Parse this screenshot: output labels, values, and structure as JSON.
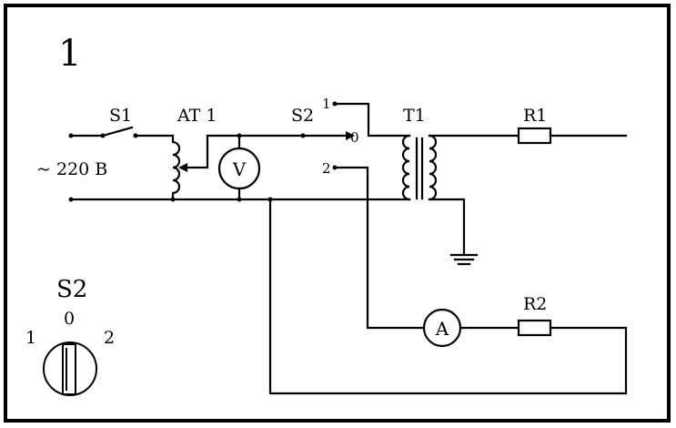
{
  "figure_number": "1",
  "supply_label": "~ 220 B",
  "components": {
    "switch_s1": "S1",
    "autotransformer": "AT 1",
    "selector": "S2",
    "transformer": "T1",
    "resistor_1": "R1",
    "resistor_2": "R2",
    "voltmeter": "V",
    "ammeter": "A"
  },
  "selector_positions": {
    "pos_1": "1",
    "pos_0": "0",
    "pos_2": "2"
  },
  "selector_knob": {
    "title": "S2",
    "left": "1",
    "middle": "0",
    "right": "2"
  }
}
